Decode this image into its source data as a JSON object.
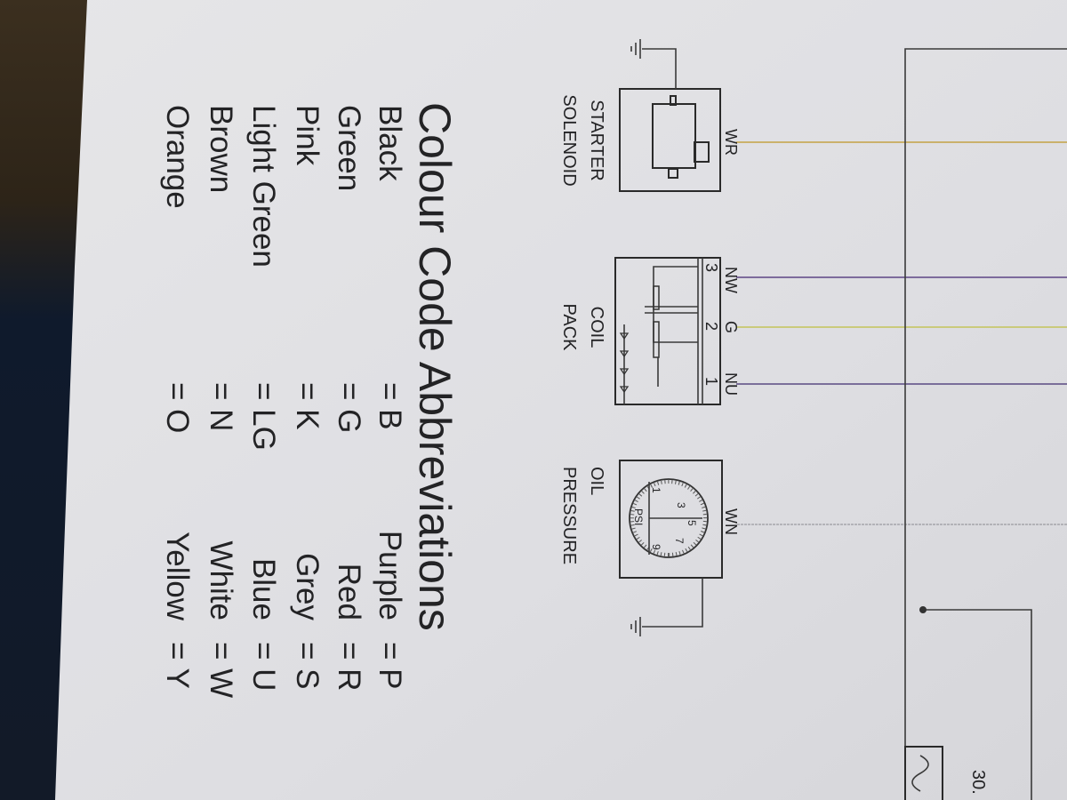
{
  "title": "Colour Code Abbreviations",
  "colour_codes_left": [
    {
      "name": "Black",
      "code": "= B"
    },
    {
      "name": "Green",
      "code": "= G"
    },
    {
      "name": "Pink",
      "code": "= K"
    },
    {
      "name": "Light Green",
      "code": "= LG"
    },
    {
      "name": "Brown",
      "code": "= N"
    },
    {
      "name": "Orange",
      "code": "= O"
    }
  ],
  "colour_codes_right": [
    {
      "name": "Purple",
      "code": "= P"
    },
    {
      "name": "Red",
      "code": "= R"
    },
    {
      "name": "Grey",
      "code": "= S"
    },
    {
      "name": "Blue",
      "code": "= U"
    },
    {
      "name": "White",
      "code": "= W"
    },
    {
      "name": "Yellow",
      "code": "= Y"
    }
  ],
  "components": {
    "starter_solenoid": {
      "line1": "STARTER",
      "line2": "SOLENOID",
      "wire": "WR"
    },
    "coil_pack": {
      "line1": "COIL",
      "line2": "PACK",
      "wires": [
        "NW",
        "G",
        "NU"
      ],
      "pins": [
        "3",
        "2",
        "1"
      ]
    },
    "oil_pressure": {
      "line1": "OIL",
      "line2": "PRESSURE",
      "wire": "WN",
      "gauge_unit": "PSI",
      "gauge_ticks": [
        "1",
        "3",
        "5",
        "7",
        "9"
      ]
    }
  },
  "fuse_label": "30.",
  "wire_colors": {
    "WR": "#c4a245",
    "NW": "#5d4585",
    "G": "#c3c35a",
    "NU": "#5a4a82",
    "WN": "#9a9aa0"
  }
}
